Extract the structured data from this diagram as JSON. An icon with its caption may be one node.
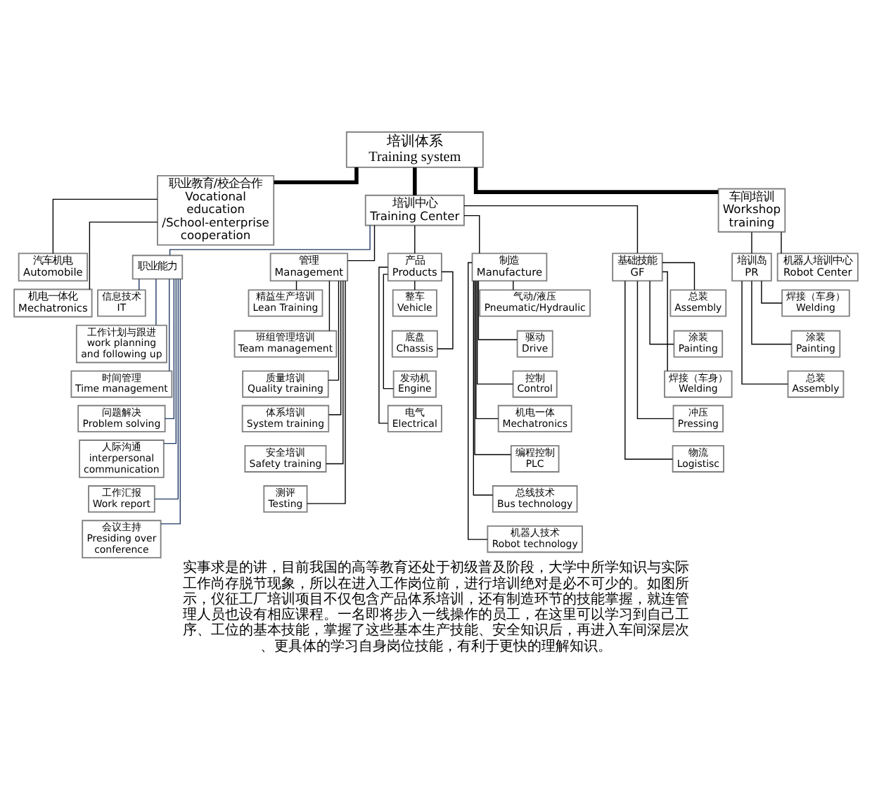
{
  "diagram": {
    "caption": "实事求是的讲，目前我国的高等教育还处于初级普及阶段，大学中所学知识与实际工作尚存脱节现象，所以在进入工作岗位前，进行培训绝对是必不可少的。如图所示，仪征工厂培训项目不仅包含产品体系培训，还有制造环节的技能掌握，就连管理人员也设有相应课程。一名即将步入一线操作的员工，在这里可以学习到自己工序、工位的基本技能，掌握了这些基本生产技能、安全知识后，再进入车间深层次、更具体的学习自身岗位技能，有利于更快的理解知识。",
    "nodes": [
      {
        "text": [
          "培训体系",
          "Training system"
        ]
      },
      {
        "text": [
          "职业教育/校企合作",
          "Vocational education /School-enterprise cooperation"
        ]
      },
      {
        "text": [
          "汽车机电",
          "Automobile"
        ]
      },
      {
        "text": [
          "机电一体化",
          "Mechatronics"
        ]
      },
      {
        "text": [
          "培训中心",
          "Training Center"
        ]
      },
      {
        "text": [
          "职业能力"
        ]
      },
      {
        "text": [
          "信息技术",
          "IT"
        ]
      },
      {
        "text": [
          "工作计划与跟进",
          "work planning and following up"
        ]
      },
      {
        "text": [
          "时间管理",
          "Time management"
        ]
      },
      {
        "text": [
          "问题解决",
          "Problem solving"
        ]
      },
      {
        "text": [
          "人际沟通",
          "interpersonal communication"
        ]
      },
      {
        "text": [
          "工作汇报",
          "Work report"
        ]
      },
      {
        "text": [
          "会议主持",
          "Presiding over conference"
        ]
      },
      {
        "text": [
          "管理",
          "Management"
        ]
      },
      {
        "text": [
          "精益生产培训",
          "Lean Training"
        ]
      },
      {
        "text": [
          "班组管理培训",
          "Team management"
        ]
      },
      {
        "text": [
          "质量培训",
          "Quality training"
        ]
      },
      {
        "text": [
          "体系培训",
          "System training"
        ]
      },
      {
        "text": [
          "安全培训",
          "Safety training"
        ]
      },
      {
        "text": [
          "测评",
          "Testing"
        ]
      },
      {
        "text": [
          "产品",
          "Products"
        ]
      },
      {
        "text": [
          "整车",
          "Vehicle"
        ]
      },
      {
        "text": [
          "底盘",
          "Chassis"
        ]
      },
      {
        "text": [
          "发动机",
          "Engine"
        ]
      },
      {
        "text": [
          "电气",
          "Electrical"
        ]
      },
      {
        "text": [
          "制造",
          "Manufacture"
        ]
      },
      {
        "text": [
          "气动/液压",
          "Pneumatic/Hydraulic"
        ]
      },
      {
        "text": [
          "驱动",
          "Drive"
        ]
      },
      {
        "text": [
          "控制",
          "Control"
        ]
      },
      {
        "text": [
          "机电一体",
          "Mechatronics"
        ]
      },
      {
        "text": [
          "编程控制",
          "PLC"
        ]
      },
      {
        "text": [
          "总线技术",
          "Bus technology"
        ]
      },
      {
        "text": [
          "机器人技术",
          "Robot technology"
        ]
      },
      {
        "text": [
          "基础技能",
          "GF"
        ]
      },
      {
        "text": [
          "总装",
          "Assembly"
        ]
      },
      {
        "text": [
          "涂装",
          "Painting"
        ]
      },
      {
        "text": [
          "焊接（车身）",
          "Welding"
        ]
      },
      {
        "text": [
          "冲压",
          "Pressing"
        ]
      },
      {
        "text": [
          "物流",
          "Logistisc"
        ]
      },
      {
        "text": [
          "车间培训",
          "Workshop training"
        ]
      },
      {
        "text": [
          "培训岛",
          "PR"
        ]
      },
      {
        "text": [
          "焊接（车身）",
          "Welding"
        ]
      },
      {
        "text": [
          "涂装",
          "Painting"
        ]
      },
      {
        "text": [
          "总装",
          "Assembly"
        ]
      },
      {
        "text": [
          "机器人培训中心",
          "Robot Center"
        ]
      }
    ],
    "edges": [
      {
        "from": 0,
        "to": 1,
        "arrow": "none",
        "style": "thick"
      },
      {
        "from": 1,
        "to": 2,
        "arrow": "none"
      },
      {
        "from": 1,
        "to": 3,
        "arrow": "none"
      },
      {
        "from": 0,
        "to": 4,
        "arrow": "none",
        "style": "thick"
      },
      {
        "from": 4,
        "to": 5,
        "arrow": "none",
        "color": "#1f3864"
      },
      {
        "from": 5,
        "to": 6,
        "arrow": "none",
        "color": "#1f3864"
      },
      {
        "from": 5,
        "to": 7,
        "arrow": "none",
        "color": "#1f3864"
      },
      {
        "from": 5,
        "to": 8,
        "arrow": "none",
        "color": "#1f3864"
      },
      {
        "from": 5,
        "to": 9,
        "arrow": "none",
        "color": "#1f3864"
      },
      {
        "from": 5,
        "to": 10,
        "arrow": "none",
        "color": "#1f3864"
      },
      {
        "from": 5,
        "to": 11,
        "arrow": "none",
        "color": "#1f3864"
      },
      {
        "from": 5,
        "to": 12,
        "arrow": "none",
        "color": "#1f3864"
      },
      {
        "from": 4,
        "to": 13,
        "arrow": "none"
      },
      {
        "from": 13,
        "to": 14,
        "arrow": "none"
      },
      {
        "from": 13,
        "to": 15,
        "arrow": "none"
      },
      {
        "from": 13,
        "to": 16,
        "arrow": "none"
      },
      {
        "from": 13,
        "to": 17,
        "arrow": "none"
      },
      {
        "from": 13,
        "to": 18,
        "arrow": "none"
      },
      {
        "from": 13,
        "to": 19,
        "arrow": "none"
      },
      {
        "from": 4,
        "to": 20,
        "arrow": "none"
      },
      {
        "from": 20,
        "to": 21,
        "arrow": "none"
      },
      {
        "from": 20,
        "to": 22,
        "arrow": "none"
      },
      {
        "from": 20,
        "to": 23,
        "arrow": "none"
      },
      {
        "from": 20,
        "to": 24,
        "arrow": "none"
      },
      {
        "from": 4,
        "to": 25,
        "arrow": "none"
      },
      {
        "from": 25,
        "to": 26,
        "arrow": "none"
      },
      {
        "from": 25,
        "to": 27,
        "arrow": "none"
      },
      {
        "from": 25,
        "to": 28,
        "arrow": "none"
      },
      {
        "from": 25,
        "to": 29,
        "arrow": "none"
      },
      {
        "from": 25,
        "to": 30,
        "arrow": "none"
      },
      {
        "from": 25,
        "to": 31,
        "arrow": "none"
      },
      {
        "from": 25,
        "to": 32,
        "arrow": "none"
      },
      {
        "from": 4,
        "to": 33,
        "arrow": "none"
      },
      {
        "from": 33,
        "to": 34,
        "arrow": "none"
      },
      {
        "from": 33,
        "to": 35,
        "arrow": "none"
      },
      {
        "from": 33,
        "to": 36,
        "arrow": "none"
      },
      {
        "from": 33,
        "to": 37,
        "arrow": "none"
      },
      {
        "from": 33,
        "to": 38,
        "arrow": "none"
      },
      {
        "from": 0,
        "to": 39,
        "arrow": "none",
        "style": "thick"
      },
      {
        "from": 39,
        "to": 40,
        "arrow": "none"
      },
      {
        "from": 40,
        "to": 41,
        "arrow": "none"
      },
      {
        "from": 40,
        "to": 42,
        "arrow": "none"
      },
      {
        "from": 40,
        "to": 43,
        "arrow": "none"
      },
      {
        "from": 39,
        "to": 44,
        "arrow": "none"
      }
    ]
  }
}
